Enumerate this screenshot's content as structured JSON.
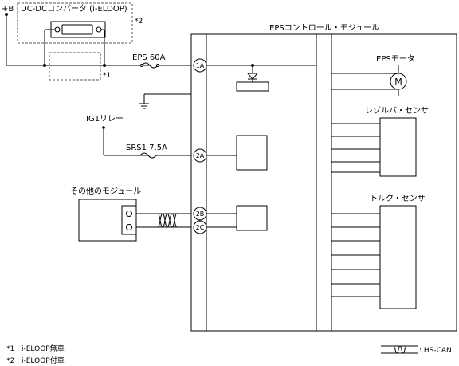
{
  "labels": {
    "plus_b": "+B",
    "dcdc_converter": "DC-DCコンバータ (i-ELOOP)",
    "note_marker_2": "*2",
    "note_marker_1": "*1",
    "eps_module": "EPSコントロール・モジュール",
    "eps_fuse": "EPS 60A",
    "ig1_relay": "IG1リレー",
    "srs_fuse": "SRS1 7.5A",
    "other_module": "その他のモジュール",
    "eps_motor": "EPSモータ",
    "motor_symbol": "M",
    "resolver_sensor": "レゾルバ・センサ",
    "torque_sensor": "トルク・センサ"
  },
  "pins": {
    "p1a": "1A",
    "p2a": "2A",
    "p2b": "2B",
    "p2c": "2C"
  },
  "notes": {
    "note1": "*1 : i-ELOOP無車",
    "note2": "*2 : i-ELOOP付車"
  },
  "legend": {
    "hs_can": ": HS-CAN"
  }
}
